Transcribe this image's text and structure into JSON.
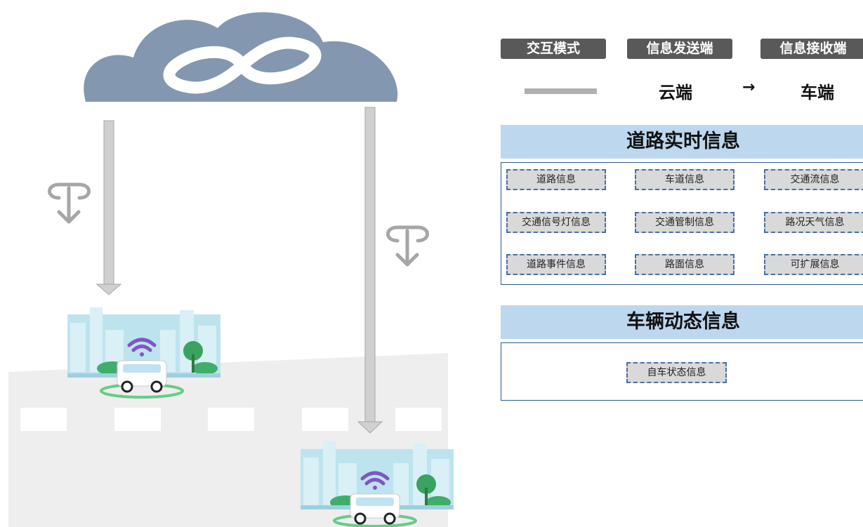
{
  "header": {
    "interaction_mode": "交互模式",
    "sender": "信息发送端",
    "receiver": "信息接收端"
  },
  "flow": {
    "from": "云端",
    "arrow": "→",
    "to": "车端"
  },
  "road_realtime": {
    "title": "道路实时信息",
    "items": [
      "道路信息",
      "车道信息",
      "交通流信息",
      "交通信号灯信息",
      "交通管制信息",
      "路况天气信息",
      "道路事件信息",
      "路面信息",
      "可扩展信息"
    ]
  },
  "vehicle_dynamic": {
    "title": "车辆动态信息",
    "items": [
      "自车状态信息"
    ]
  },
  "colors": {
    "cloud": "#8497b0",
    "header_button": "#595959",
    "section_title_bg": "#bdd7ee",
    "section_border": "#2e5a8c",
    "item_bg": "#d9d9d9",
    "road": "#eeeeee",
    "arrow": "#d0d0d0"
  },
  "icons": {
    "cloud": "cloud-infinity-icon",
    "download": "download-icon",
    "vehicle": "vehicle-city-icon"
  }
}
